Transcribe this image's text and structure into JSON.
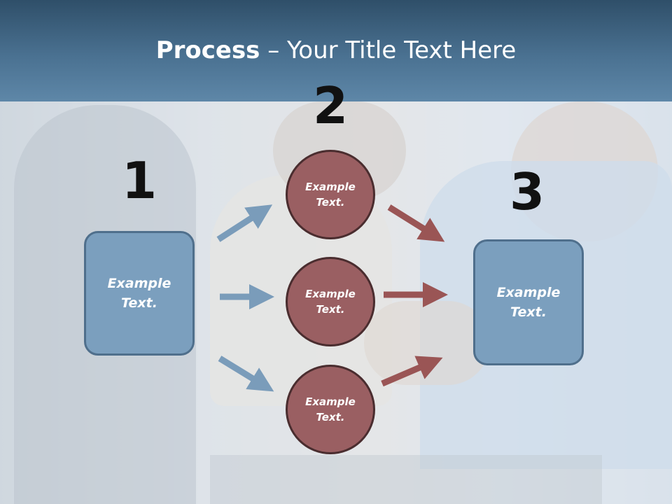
{
  "title": {
    "bold": "Process",
    "rest": " – Your Title Text Here"
  },
  "steps": {
    "one": "1",
    "two": "2",
    "three": "3"
  },
  "left_box": {
    "text": "Example\nText."
  },
  "right_box": {
    "text": "Example\nText."
  },
  "circles": [
    {
      "text": "Example\nText."
    },
    {
      "text": "Example\nText."
    },
    {
      "text": "Example\nText."
    }
  ],
  "colors": {
    "header": "#4a7191",
    "box_fill": "#7b9fbe",
    "circle_fill": "#9a5f62",
    "blue_arrow": "#7a9cba",
    "red_arrow": "#9a5555"
  }
}
